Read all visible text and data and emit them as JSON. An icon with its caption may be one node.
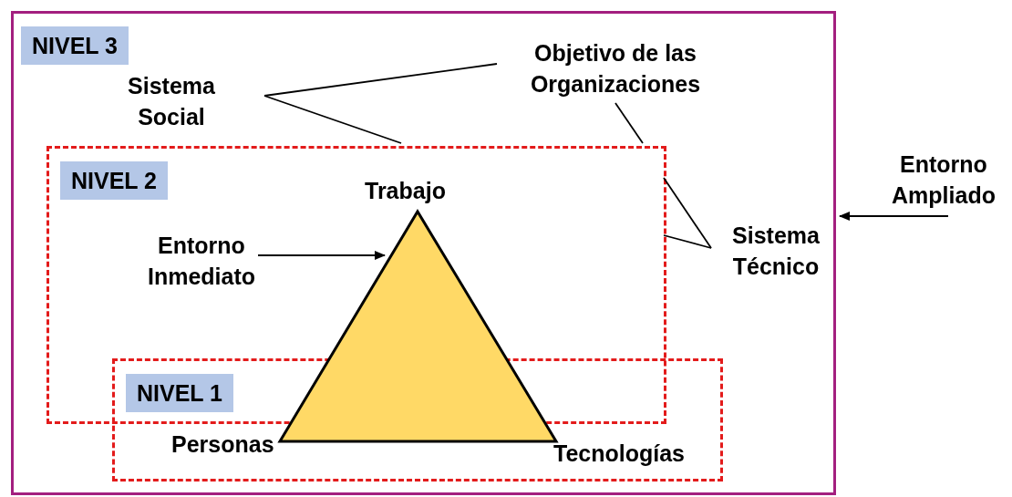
{
  "diagram": {
    "nodes": [
      {
        "text": [
          "NIVEL 3"
        ]
      },
      {
        "text": [
          "NIVEL 2"
        ],
        "in": 0
      },
      {
        "text": [
          "NIVEL 1"
        ],
        "in": 0
      },
      {
        "text": [],
        "shape": "triangle",
        "in": 0,
        "beside": [
          "Trabajo",
          "Personas",
          "Tecnologías"
        ]
      },
      {
        "text": [
          "Sistema Social"
        ],
        "in": 0
      },
      {
        "text": [
          "Objetivo de las Organizaciones"
        ],
        "in": 0
      },
      {
        "text": [
          "Sistema Técnico"
        ],
        "in": 0
      },
      {
        "text": [
          "Entorno Inmediato"
        ],
        "in": 1
      },
      {
        "text": [
          "Entorno Ampliado"
        ]
      }
    ],
    "edges": [
      {
        "from": 4,
        "to": 5,
        "arrow": "none"
      },
      {
        "from": 4,
        "to": 1,
        "arrow": "none"
      },
      {
        "from": 5,
        "to": 1,
        "arrow": "none"
      },
      {
        "from": 6,
        "to": 1,
        "arrow": "none"
      },
      {
        "from": 6,
        "to": 1,
        "arrow": "none"
      },
      {
        "from": 7,
        "to": 3,
        "arrow": "to"
      },
      {
        "from": 8,
        "to": 0,
        "arrow": "to"
      }
    ]
  }
}
